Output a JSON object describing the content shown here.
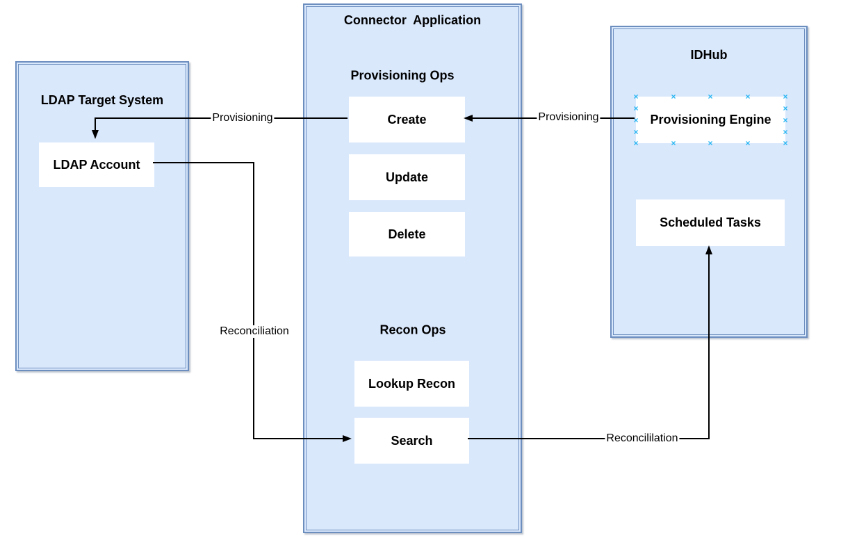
{
  "containers": {
    "ldap_target_system": {
      "title": "LDAP Target System",
      "nodes": {
        "ldap_account": "LDAP Account"
      }
    },
    "connector_application": {
      "title": "Connector  Application",
      "sections": {
        "provisioning_ops": "Provisioning Ops",
        "recon_ops": "Recon Ops"
      },
      "nodes": {
        "create": "Create",
        "update": "Update",
        "delete": "Delete",
        "lookup_recon": "Lookup Recon",
        "search": "Search"
      }
    },
    "idhub": {
      "title": "IDHub",
      "nodes": {
        "provisioning_engine": "Provisioning Engine",
        "scheduled_tasks": "Scheduled Tasks"
      },
      "connection_point_glyph": "×"
    }
  },
  "edges": {
    "idhub_to_create": {
      "label": "Provisioning"
    },
    "create_to_ldap": {
      "label": "Provisioning"
    },
    "ldap_account_to_search": {
      "label": "Reconciliation"
    },
    "search_to_scheduled_tasks": {
      "label": "Reconcililation"
    }
  },
  "colors": {
    "container_fill": "#dae8fc",
    "container_border": "#6c8ebf",
    "node_fill": "#ffffff",
    "edge": "#000000",
    "connection_point": "#29b6f2",
    "canvas_background": "#ffffff"
  }
}
